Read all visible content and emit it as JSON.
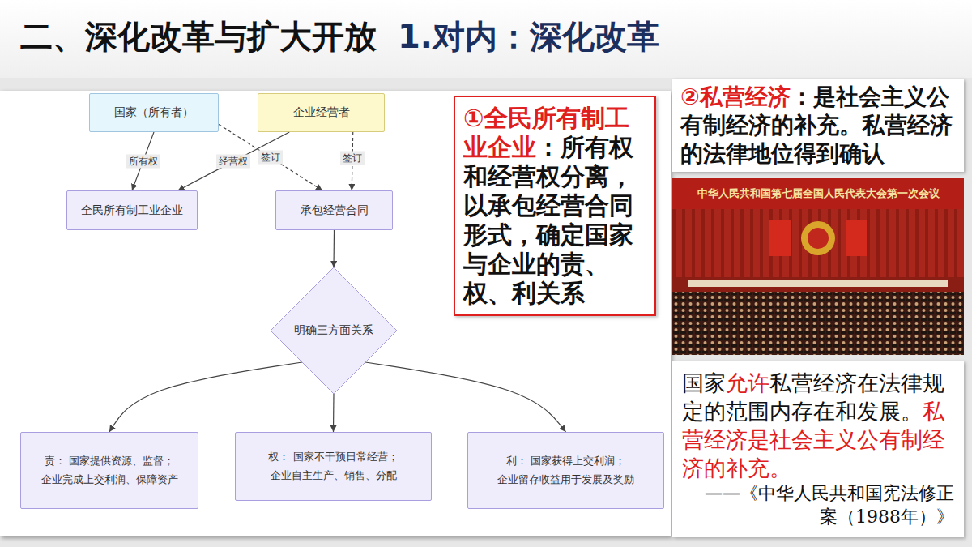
{
  "diagram": {
    "title": "二、深化改革与扩大开放",
    "nodes": [
      {
        "text": [
          "国家（所有者）"
        ]
      },
      {
        "text": [
          "企业经营者"
        ]
      },
      {
        "text": [
          "全民所有制工业企业"
        ]
      },
      {
        "text": [
          "承包经营合同"
        ]
      },
      {
        "text": [
          "明确三方面关系"
        ]
      },
      {
        "text": [
          "责： 国家提供资源、监督； 企业完成上交利润、保障资产"
        ]
      },
      {
        "text": [
          "权： 国家不干预日常经营； 企业自主生产、销售、分配"
        ]
      },
      {
        "text": [
          "利： 国家获得上交利润； 企业留存收益用于发展及奖励"
        ]
      },
      {
        "text": [
          "①全民所有制工业企业",
          "：所有权和经营权分离，以承包经营合同形式，确定国家与企业的责、权、利关系"
        ]
      },
      {
        "text": [
          "②私营经济",
          "：是社会主义公有制经济的补充。私营经济的法律地位得到确认"
        ]
      },
      {
        "text": [
          "国家",
          "允许",
          "私营经济在法律规定的范围内存在和发展。",
          "私营经济是社会主义公有制经济的补充。",
          "——《中华人民共和国宪法修正案（1988年）》"
        ]
      }
    ],
    "edges": [
      {
        "from": 0,
        "to": 2,
        "arrow": "to",
        "label": "所有权"
      },
      {
        "from": 1,
        "to": 2,
        "arrow": "to",
        "label": "经营权"
      },
      {
        "from": 0,
        "to": 3,
        "arrow": "to",
        "label": "签订"
      },
      {
        "from": 1,
        "to": 3,
        "arrow": "to",
        "label": "签订"
      },
      {
        "from": 3,
        "to": 4,
        "arrow": "to"
      },
      {
        "from": 4,
        "to": 5,
        "arrow": "to"
      },
      {
        "from": 4,
        "to": 6,
        "arrow": "to"
      },
      {
        "from": 4,
        "to": 7,
        "arrow": "to"
      }
    ],
    "labels": [
      "1.对内：深化改革",
      "中华人民共和国第七届全国人民代表大会第一次会议"
    ]
  }
}
